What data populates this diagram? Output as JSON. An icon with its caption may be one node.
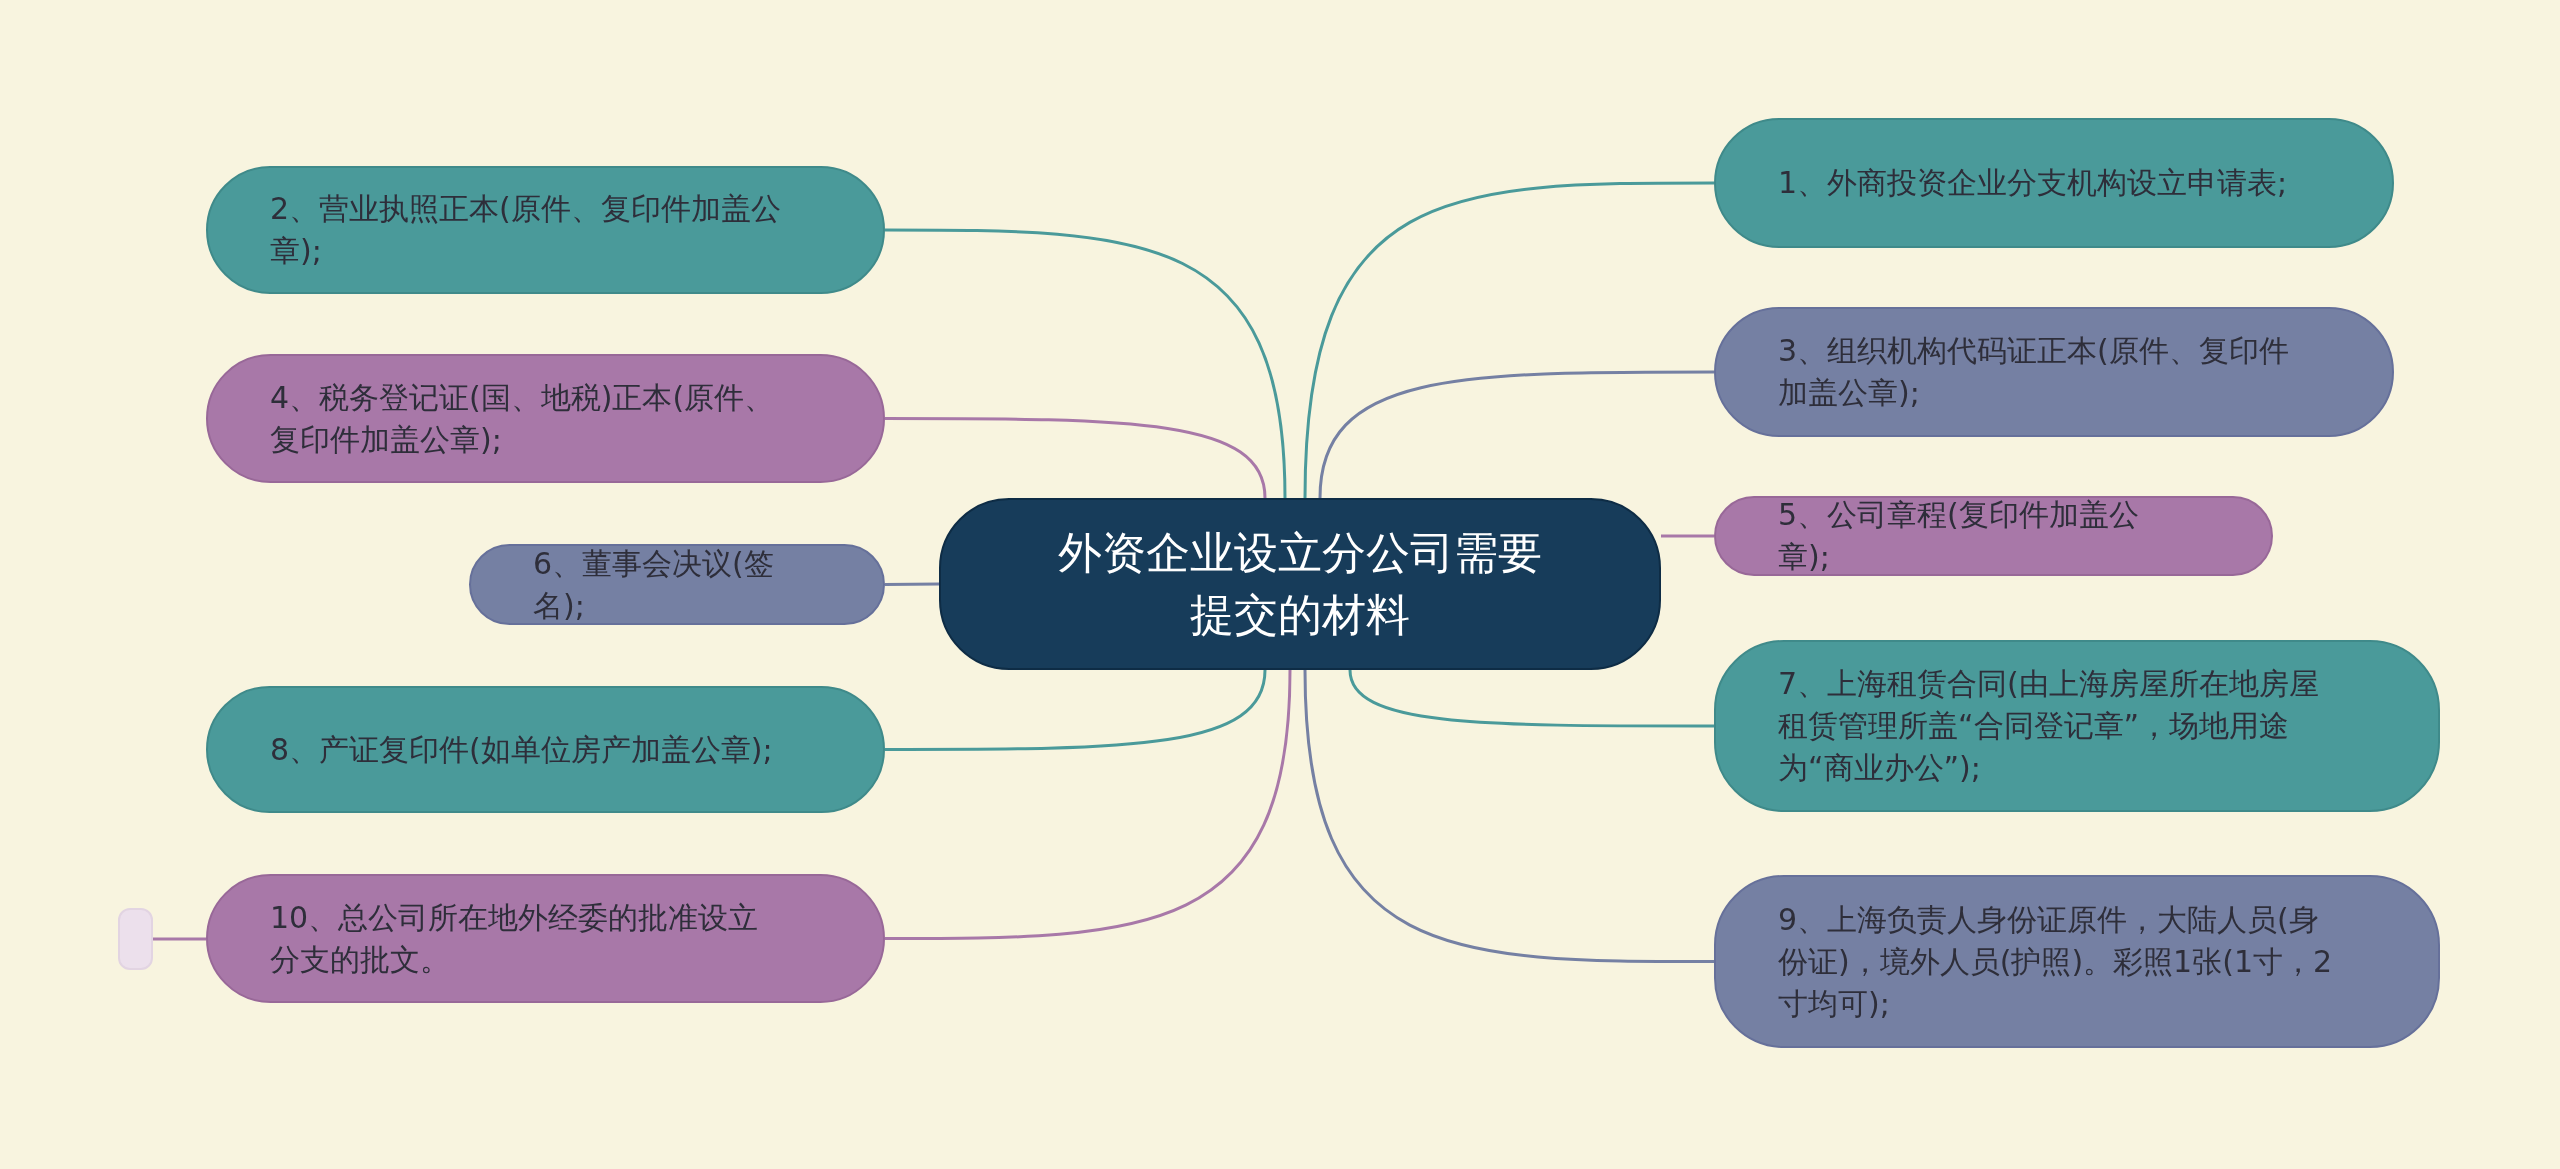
{
  "diagram": {
    "nodes": [
      {
        "text": [
          "外资企业设立分公司需要提交的材料"
        ]
      },
      {
        "text": [
          "1、外商投资企业分支机构设立申请表;"
        ]
      },
      {
        "text": [
          "2、营业执照正本(原件、复印件加盖公章);"
        ]
      },
      {
        "text": [
          "3、组织机构代码证正本(原件、复印件加盖公章);"
        ]
      },
      {
        "text": [
          "4、税务登记证(国、地税)正本(原件、复印件加盖公章);"
        ]
      },
      {
        "text": [
          "5、公司章程(复印件加盖公章);"
        ]
      },
      {
        "text": [
          "6、董事会决议(签名);"
        ]
      },
      {
        "text": [
          "7、上海租赁合同(由上海房屋所在地房屋租赁管理所盖“合同登记章”，场地用途为“商业办公”);"
        ]
      },
      {
        "text": [
          "8、产证复印件(如单位房产加盖公章);"
        ]
      },
      {
        "text": [
          "9、上海负责人身份证原件，大陆人员(身份证)，境外人员(护照)。彩照1张(1寸，2寸均可);"
        ]
      },
      {
        "text": [
          "10、总公司所在地外经委的批准设立分支的批文。"
        ]
      },
      {
        "text": [],
        "shape": "box"
      }
    ],
    "edges": [
      {
        "from": 0,
        "to": 1,
        "arrow": "none",
        "color": "#4a9a9a"
      },
      {
        "from": 0,
        "to": 2,
        "arrow": "none",
        "color": "#4a9a9a"
      },
      {
        "from": 0,
        "to": 3,
        "arrow": "none",
        "color": "#7580a3"
      },
      {
        "from": 0,
        "to": 4,
        "arrow": "none",
        "color": "#a878a8"
      },
      {
        "from": 0,
        "to": 5,
        "arrow": "none",
        "color": "#a878a8"
      },
      {
        "from": 0,
        "to": 6,
        "arrow": "none",
        "color": "#7580a3"
      },
      {
        "from": 0,
        "to": 7,
        "arrow": "none",
        "color": "#4a9a9a"
      },
      {
        "from": 0,
        "to": 8,
        "arrow": "none",
        "color": "#4a9a9a"
      },
      {
        "from": 0,
        "to": 9,
        "arrow": "none",
        "color": "#7580a3"
      },
      {
        "from": 0,
        "to": 10,
        "arrow": "none",
        "color": "#a878a8"
      },
      {
        "from": 10,
        "to": 11,
        "arrow": "none",
        "color": "#a878a8"
      }
    ]
  }
}
